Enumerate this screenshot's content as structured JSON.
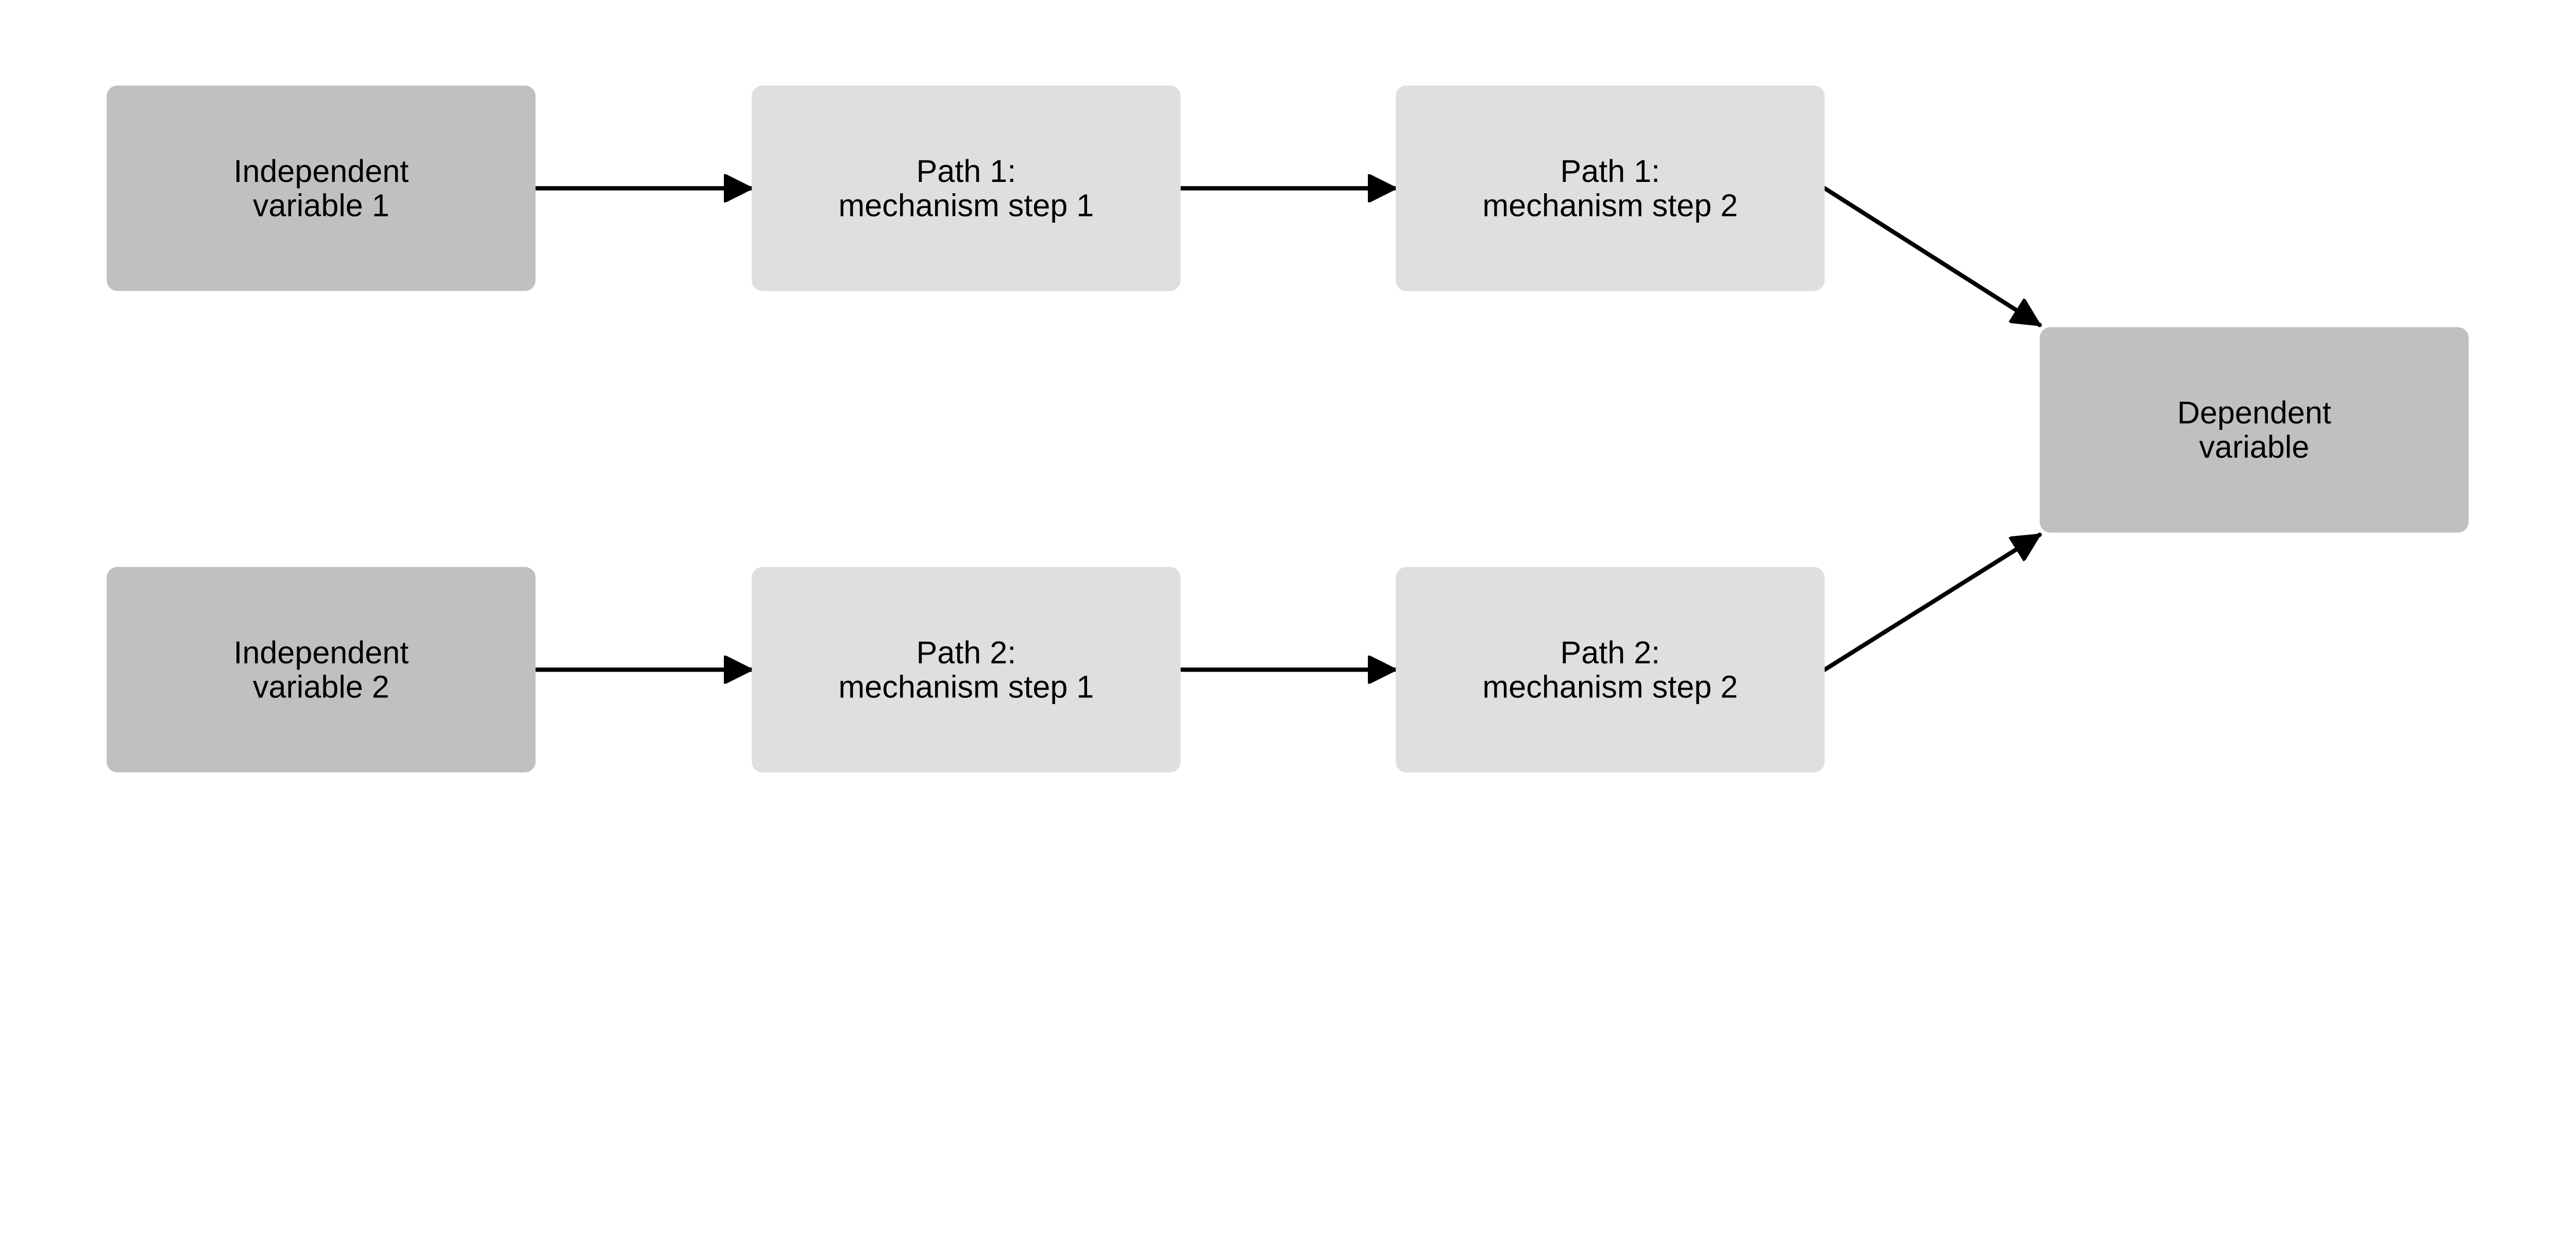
{
  "colors": {
    "dark_node": "#c0c0c0",
    "light_node": "#dfdfdf",
    "edge": "#000000",
    "background": "#ffffff"
  },
  "nodes": [
    {
      "id": "iv1",
      "lines": [
        "Independent",
        "variable 1"
      ],
      "shade": "dark"
    },
    {
      "id": "p1s1",
      "lines": [
        "Path 1:",
        "mechanism step 1"
      ],
      "shade": "light"
    },
    {
      "id": "p1s2",
      "lines": [
        "Path 1:",
        "mechanism step 2"
      ],
      "shade": "light"
    },
    {
      "id": "iv2",
      "lines": [
        "Independent",
        "variable 2"
      ],
      "shade": "dark"
    },
    {
      "id": "p2s1",
      "lines": [
        "Path 2:",
        "mechanism step 1"
      ],
      "shade": "light"
    },
    {
      "id": "p2s2",
      "lines": [
        "Path 2:",
        "mechanism step 2"
      ],
      "shade": "light"
    },
    {
      "id": "dv",
      "lines": [
        "Dependent",
        "variable"
      ],
      "shade": "dark"
    }
  ],
  "edges": [
    {
      "from": "iv1",
      "to": "p1s1"
    },
    {
      "from": "p1s1",
      "to": "p1s2"
    },
    {
      "from": "p1s2",
      "to": "dv"
    },
    {
      "from": "iv2",
      "to": "p2s1"
    },
    {
      "from": "p2s1",
      "to": "p2s2"
    },
    {
      "from": "p2s2",
      "to": "dv"
    }
  ]
}
